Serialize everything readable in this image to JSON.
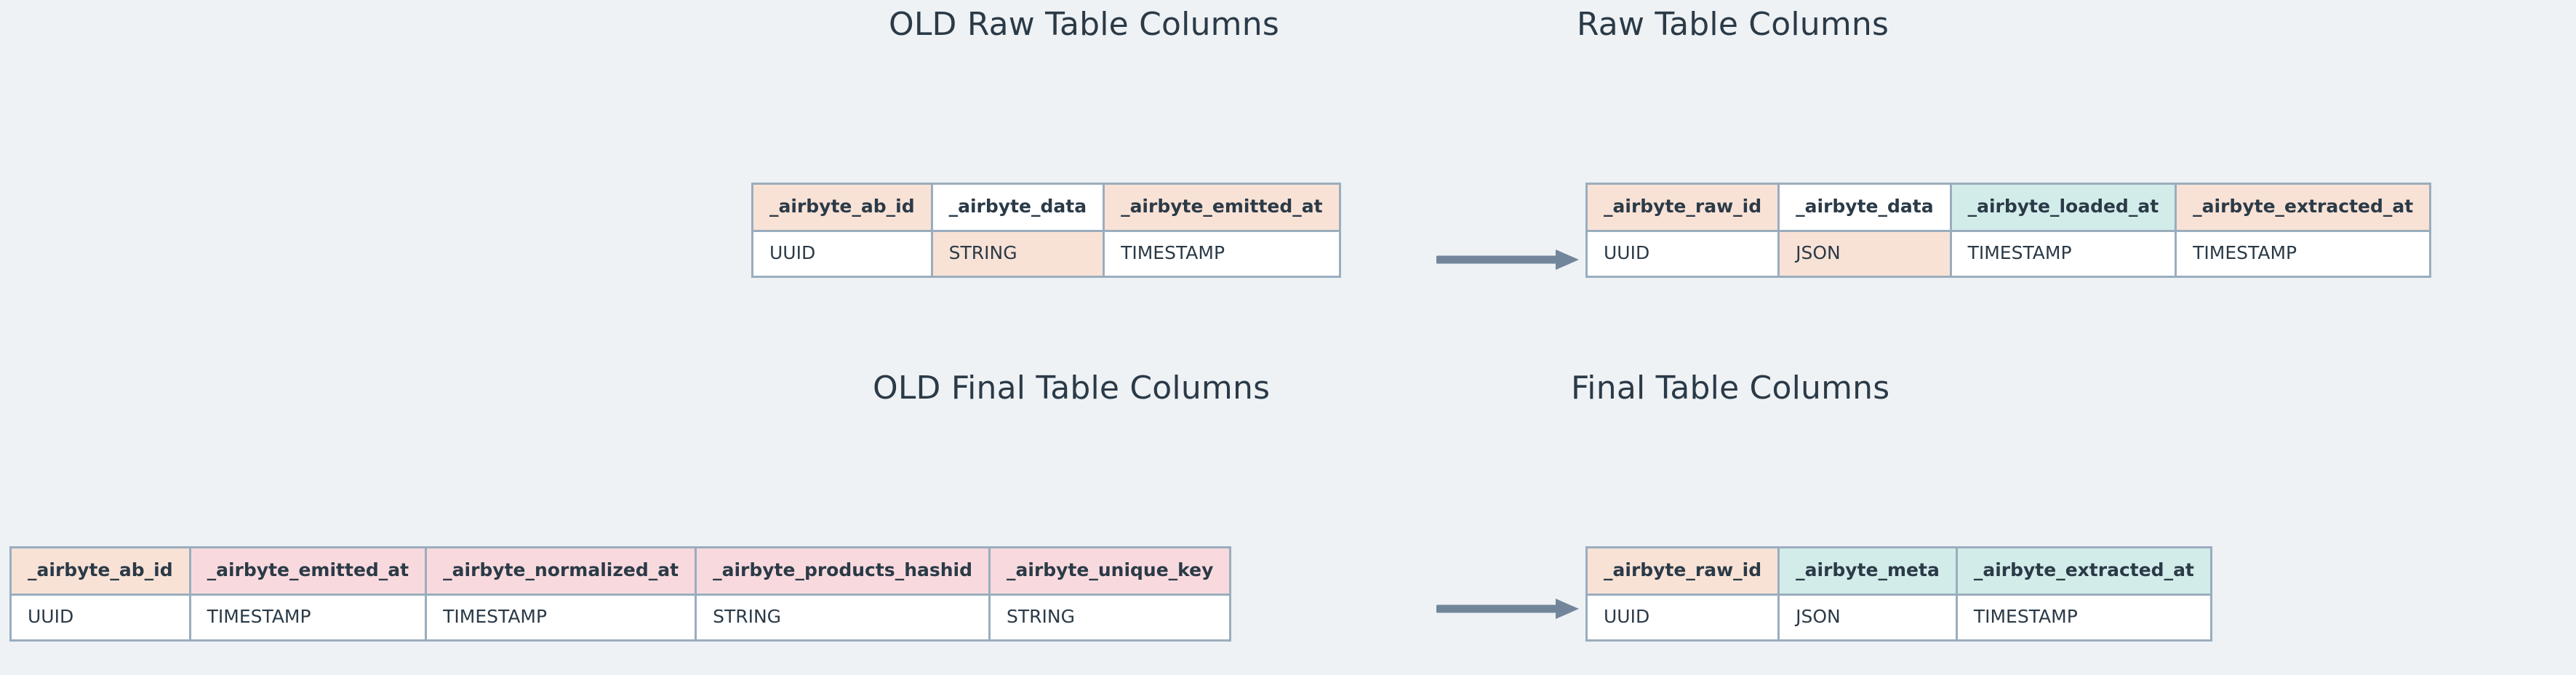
{
  "page": {
    "background_color": "#eef2f5",
    "text_color": "#2b3a47",
    "border_color": "#9aadbe",
    "accent_colors": {
      "peach": "#f8e2d6",
      "pink": "#f8dade",
      "teal": "#d2ecea",
      "white": "#ffffff",
      "arrow": "#72869b"
    }
  },
  "titles": {
    "old_raw": "OLD Raw Table Columns",
    "new_raw": "Raw Table Columns",
    "old_final": "OLD Final Table Columns",
    "new_final": "Final Table Columns"
  },
  "tables": {
    "old_raw": {
      "name": "OLD Raw Table Columns",
      "headers": [
        {
          "label": "_airbyte_ab_id",
          "fill": "peach"
        },
        {
          "label": "_airbyte_data",
          "fill": "white"
        },
        {
          "label": "_airbyte_emitted_at",
          "fill": "peach"
        }
      ],
      "types": [
        {
          "label": "UUID",
          "fill": "white"
        },
        {
          "label": "STRING",
          "fill": "peach"
        },
        {
          "label": "TIMESTAMP",
          "fill": "white"
        }
      ]
    },
    "new_raw": {
      "name": "Raw Table Columns",
      "headers": [
        {
          "label": "_airbyte_raw_id",
          "fill": "peach"
        },
        {
          "label": "_airbyte_data",
          "fill": "white"
        },
        {
          "label": "_airbyte_loaded_at",
          "fill": "teal"
        },
        {
          "label": "_airbyte_extracted_at",
          "fill": "peach"
        }
      ],
      "types": [
        {
          "label": "UUID",
          "fill": "white"
        },
        {
          "label": "JSON",
          "fill": "peach"
        },
        {
          "label": "TIMESTAMP",
          "fill": "white"
        },
        {
          "label": "TIMESTAMP",
          "fill": "white"
        }
      ]
    },
    "old_final": {
      "name": "OLD Final Table Columns",
      "headers": [
        {
          "label": "_airbyte_ab_id",
          "fill": "peach"
        },
        {
          "label": "_airbyte_emitted_at",
          "fill": "pink"
        },
        {
          "label": "_airbyte_normalized_at",
          "fill": "pink"
        },
        {
          "label": "_airbyte_products_hashid",
          "fill": "pink"
        },
        {
          "label": "_airbyte_unique_key",
          "fill": "pink"
        }
      ],
      "types": [
        {
          "label": "UUID",
          "fill": "white"
        },
        {
          "label": "TIMESTAMP",
          "fill": "white"
        },
        {
          "label": "TIMESTAMP",
          "fill": "white"
        },
        {
          "label": "STRING",
          "fill": "white"
        },
        {
          "label": "STRING",
          "fill": "white"
        }
      ]
    },
    "new_final": {
      "name": "Final Table Columns",
      "headers": [
        {
          "label": "_airbyte_raw_id",
          "fill": "peach"
        },
        {
          "label": "_airbyte_meta",
          "fill": "teal"
        },
        {
          "label": "_airbyte_extracted_at",
          "fill": "teal"
        }
      ],
      "types": [
        {
          "label": "UUID",
          "fill": "white"
        },
        {
          "label": "JSON",
          "fill": "white"
        },
        {
          "label": "TIMESTAMP",
          "fill": "white"
        }
      ]
    }
  },
  "arrows": {
    "top": {
      "icon": "arrow-right-icon",
      "direction": "right"
    },
    "bottom": {
      "icon": "arrow-right-icon",
      "direction": "right"
    }
  }
}
